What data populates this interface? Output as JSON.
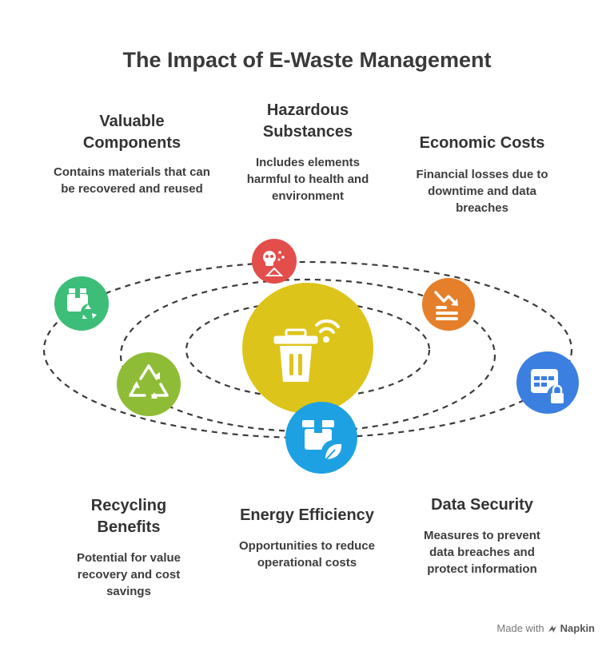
{
  "title": "The Impact of E-Waste Management",
  "cards": {
    "valuable": {
      "title": "Valuable Components",
      "desc": "Contains materials that can be recovered and reused"
    },
    "hazardous": {
      "title": "Hazardous Substances",
      "desc": "Includes elements harmful to health and environment"
    },
    "economic": {
      "title": "Economic Costs",
      "desc": "Financial losses due to downtime and data breaches"
    },
    "recycling": {
      "title": "Recycling Benefits",
      "desc": "Potential for value recovery and cost savings"
    },
    "energy": {
      "title": "Energy Efficiency",
      "desc": "Opportunities to reduce operational costs"
    },
    "security": {
      "title": "Data Security",
      "desc": "Measures to prevent data breaches and protect information"
    }
  },
  "nodes": {
    "center": {
      "icon": "smart-trash-bin-icon",
      "color": "#DDC41A"
    },
    "valuable": {
      "icon": "box-recycle-icon",
      "color": "#3DBE78"
    },
    "hazardous": {
      "icon": "hazard-skull-icon",
      "color": "#E34D4A"
    },
    "economic": {
      "icon": "declining-coins-icon",
      "color": "#E57F2A"
    },
    "recycling": {
      "icon": "recycle-icon",
      "color": "#8FBC36"
    },
    "energy": {
      "icon": "box-leaf-icon",
      "color": "#1DA1E2"
    },
    "security": {
      "icon": "locked-table-icon",
      "color": "#3B7FE0"
    }
  },
  "footer": {
    "made_with": "Made with",
    "brand": "Napkin"
  }
}
